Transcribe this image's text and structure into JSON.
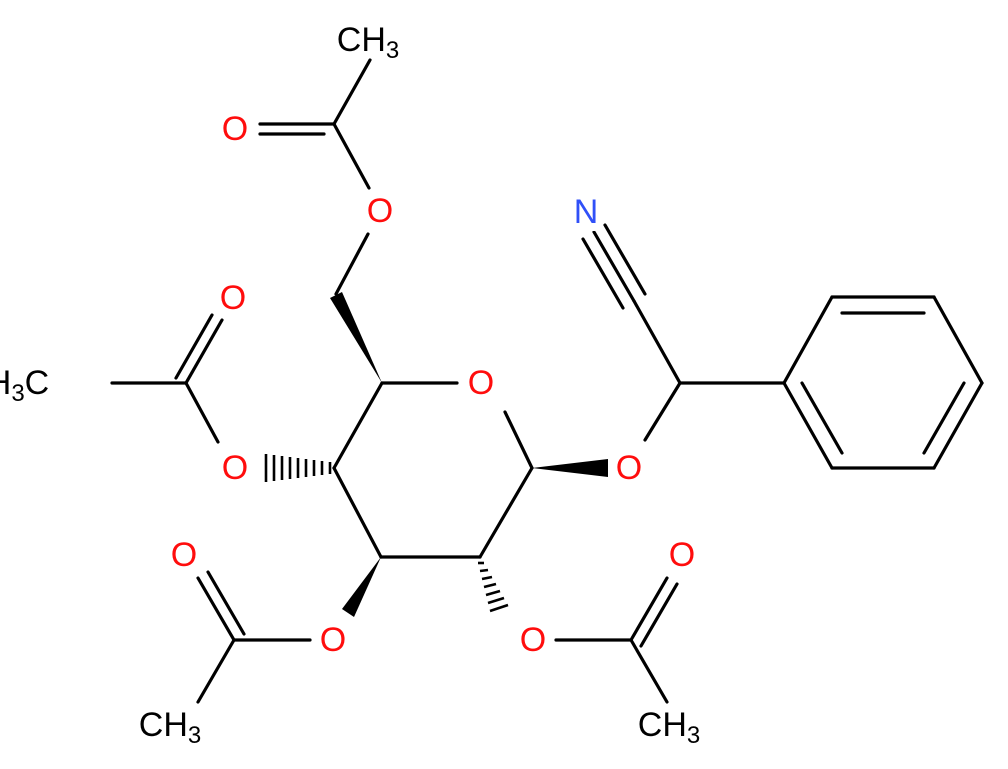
{
  "diagram": {
    "type": "chemical-structure",
    "colors": {
      "bond": "#000000",
      "oxygen": "#ff0d0d",
      "nitrogen": "#3050f8",
      "carbon": "#000000",
      "background": "#ffffff"
    },
    "atoms": {
      "o_ring": "O",
      "o_anomeric": "O",
      "n_nitrile": "N",
      "o_c6_ester": "O",
      "o_c6_carbonyl": "O",
      "o_c4_ester": "O",
      "o_c4_carbonyl": "O",
      "o_c3_ester": "O",
      "o_c3_carbonyl": "O",
      "o_c2_ester": "O",
      "o_c2_carbonyl": "O"
    },
    "methyls": {
      "c6_acetyl": {
        "main": "CH",
        "sub": "3"
      },
      "c4_acetyl": {
        "main": "H",
        "sub": "3",
        "tail": "C"
      },
      "c3_acetyl": {
        "main": "CH",
        "sub": "3"
      },
      "c2_acetyl": {
        "main": "CH",
        "sub": "3"
      }
    }
  }
}
